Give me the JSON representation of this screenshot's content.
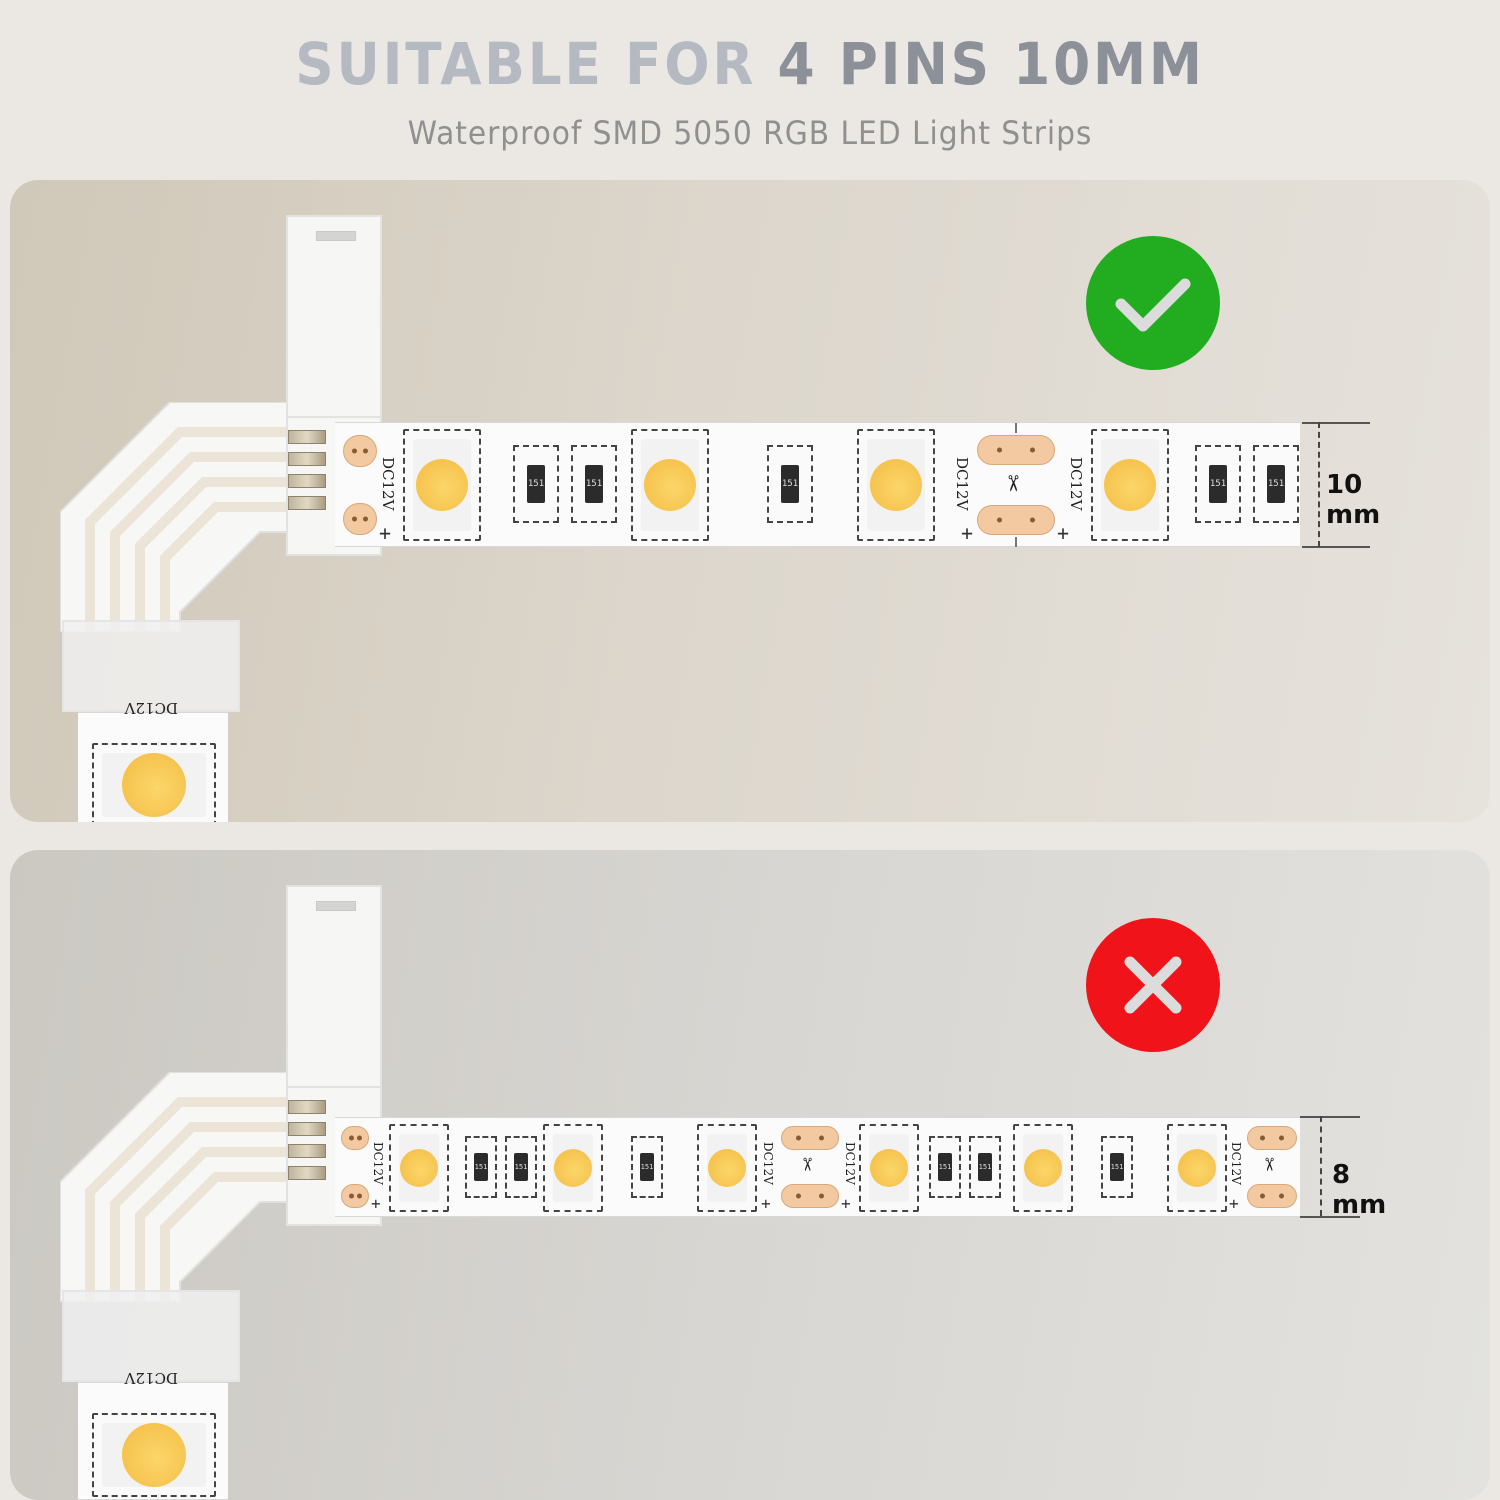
{
  "header": {
    "title_part1": "SUITABLE FOR ",
    "title_part2": "4 PINS 10MM",
    "subtitle": "Waterproof  SMD 5050 RGB LED Light Strips"
  },
  "colors": {
    "title_light": "#b4b9c2",
    "title_dark": "#8c9099",
    "subtitle": "#909090",
    "check_green": "#21ad1f",
    "cross_red": "#f0141a",
    "led_yellow": "#f6c34e",
    "copper_pad": "#f2c9a0"
  },
  "panels": [
    {
      "id": "compatible",
      "status_icon": "check-icon",
      "strip_width_label": "10 mm",
      "strip_marking": "DC12V",
      "resistor_marking": "151",
      "polarity_plus": "+",
      "foot_marking": "DC12V"
    },
    {
      "id": "incompatible",
      "status_icon": "cross-icon",
      "strip_width_label": "8 mm",
      "strip_marking": "DC12V",
      "resistor_marking": "151",
      "polarity_plus": "+",
      "foot_marking": "DC12V"
    }
  ]
}
